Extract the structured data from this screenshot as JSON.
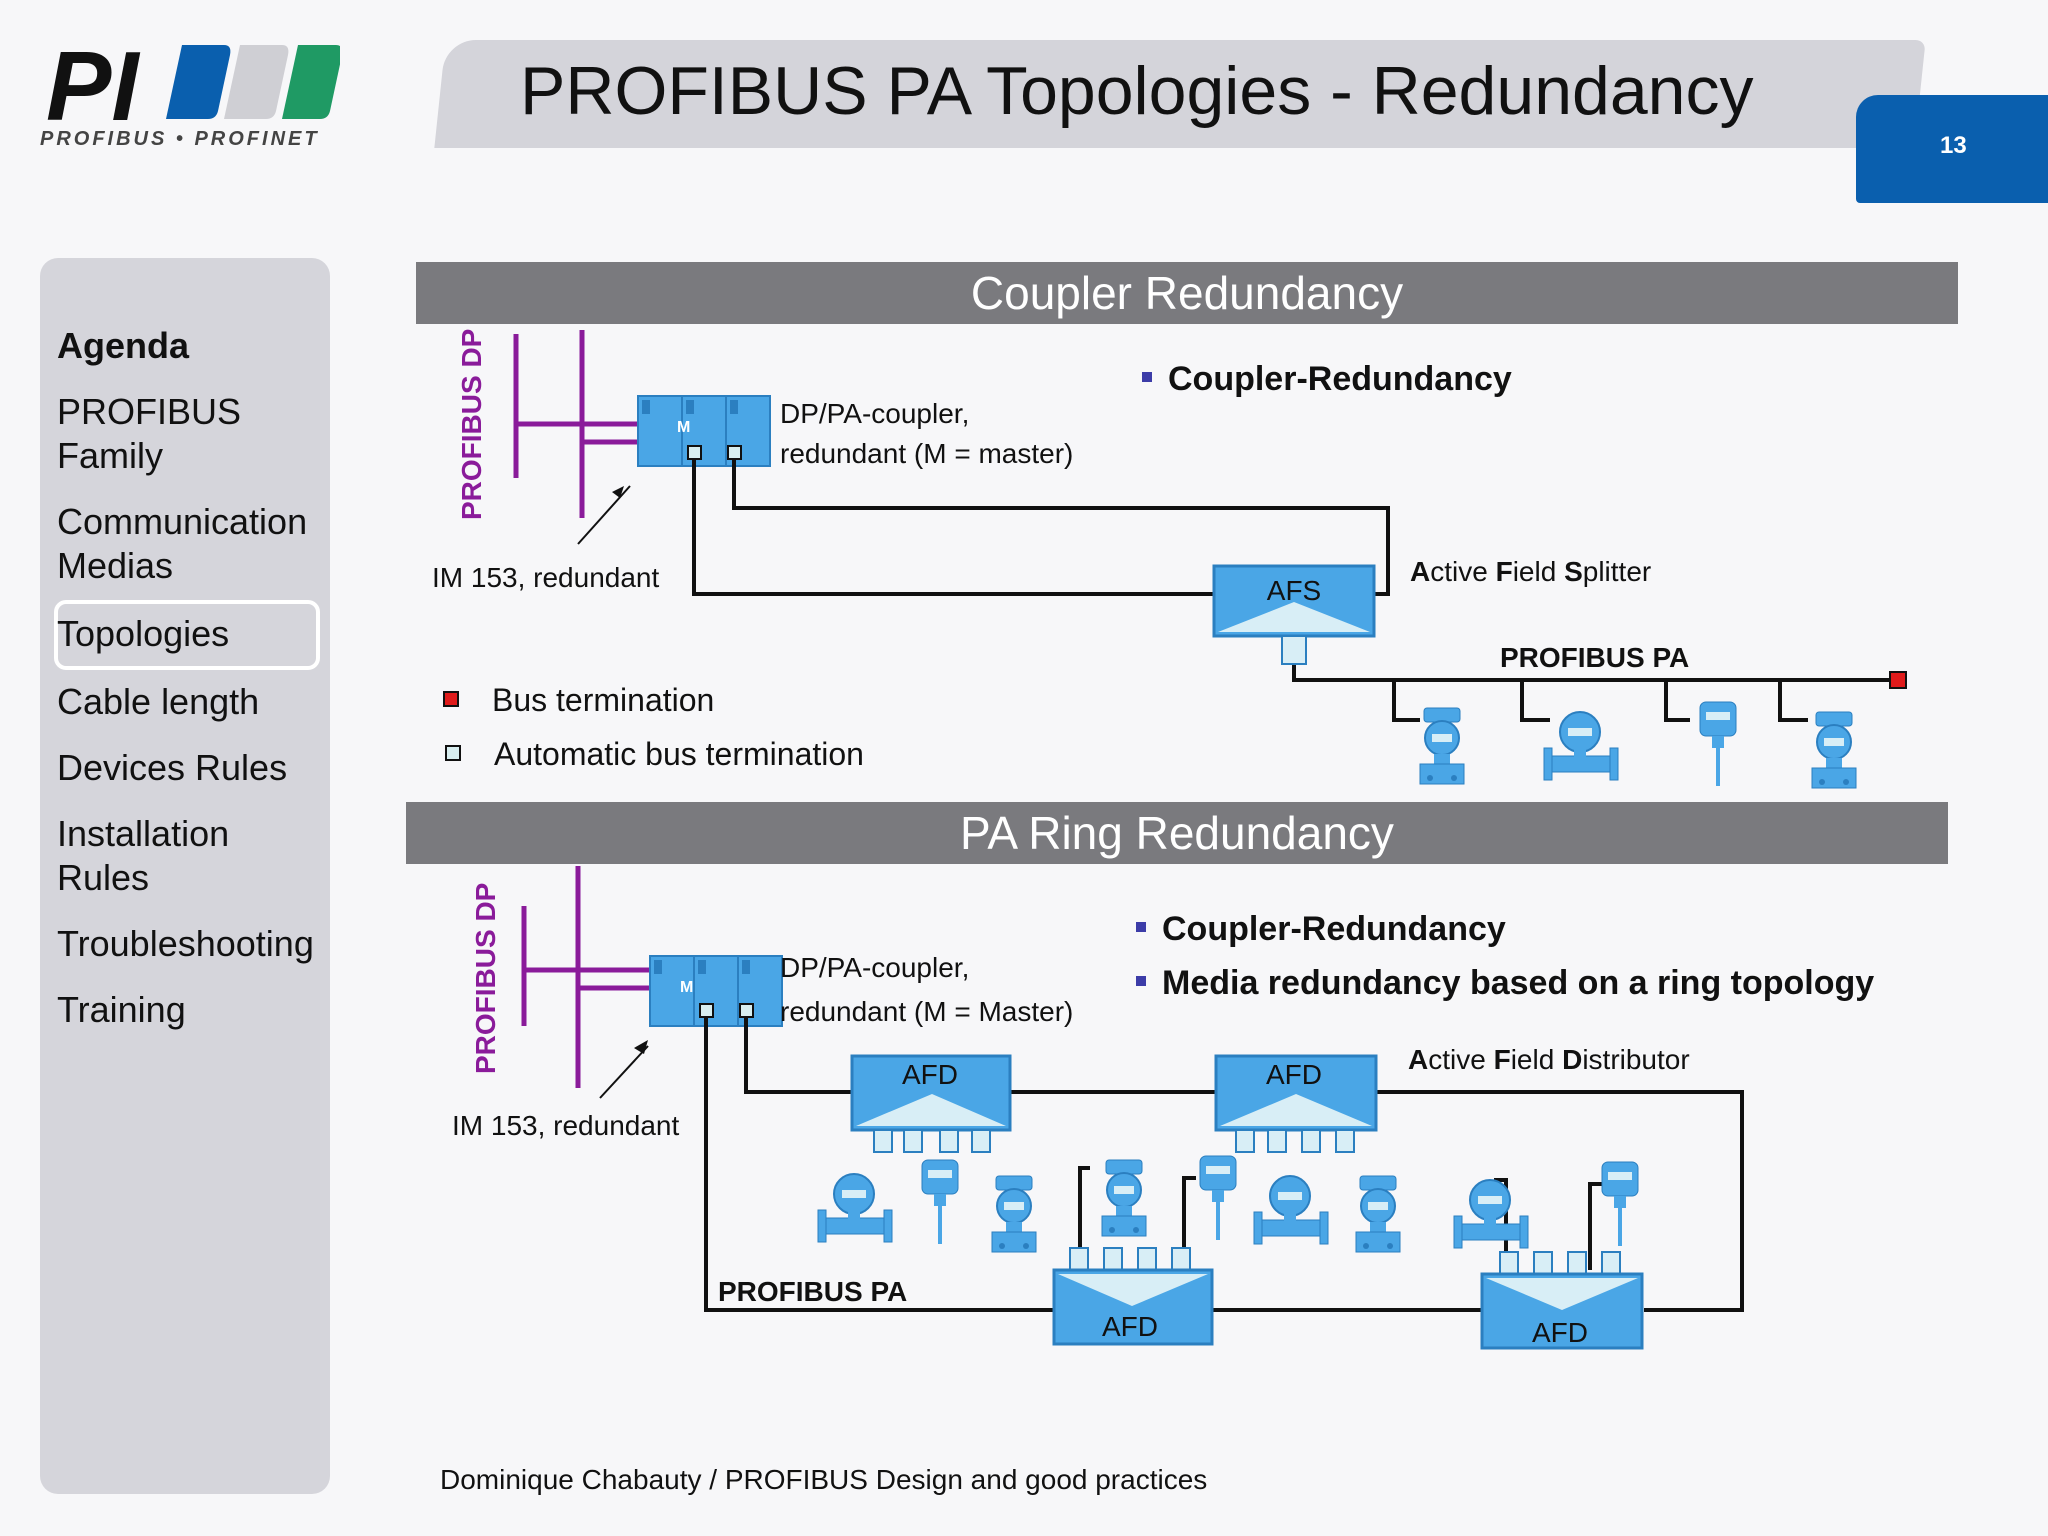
{
  "header": {
    "title": "PROFIBUS PA Topologies - Redundancy",
    "page_number": "13",
    "logo_mark": "PI",
    "logo_text": "PROFIBUS • PROFINET"
  },
  "sidebar": {
    "title": "Agenda",
    "items": [
      {
        "label": "PROFIBUS Family"
      },
      {
        "label": "Communication Medias"
      },
      {
        "label": "Topologies",
        "active": true
      },
      {
        "label": "Cable length"
      },
      {
        "label": "Devices Rules"
      },
      {
        "label": "Installation Rules"
      },
      {
        "label": "Troubleshooting"
      },
      {
        "label": "Training"
      }
    ]
  },
  "coupler_section": {
    "title": "Coupler Redundancy",
    "bullet": "Coupler-Redundancy",
    "dp_label": "PROFIBUS DP",
    "coupler_label_1": "DP/PA-coupler,",
    "coupler_label_2": "redundant (M = master)",
    "master_mark": "M",
    "im_label": "IM 153, redundant",
    "afs_label": "AFS",
    "afs_desc": "Active Field Splitter",
    "pa_label": "PROFIBUS PA",
    "legend_bus_termination": "Bus termination",
    "legend_auto_termination": "Automatic bus termination"
  },
  "ring_section": {
    "title": "PA Ring Redundancy",
    "bullets": [
      "Coupler-Redundancy",
      "Media redundancy based on a ring topology"
    ],
    "dp_label": "PROFIBUS DP",
    "coupler_label_1": "DP/PA-coupler,",
    "coupler_label_2": "redundant (M = Master)",
    "master_mark": "M",
    "im_label": "IM 153, redundant",
    "afd_label": "AFD",
    "afd_desc": "Active Field Distributor",
    "pa_label": "PROFIBUS PA"
  },
  "footer": "Dominique Chabauty / PROFIBUS Design and good practices",
  "colors": {
    "accent_blue": "#0a5fae",
    "device_blue": "#4aa6e6",
    "dp_purple": "#8a1b9a",
    "termination_red": "#e01b1b",
    "auto_termination": "#d8eef0"
  }
}
